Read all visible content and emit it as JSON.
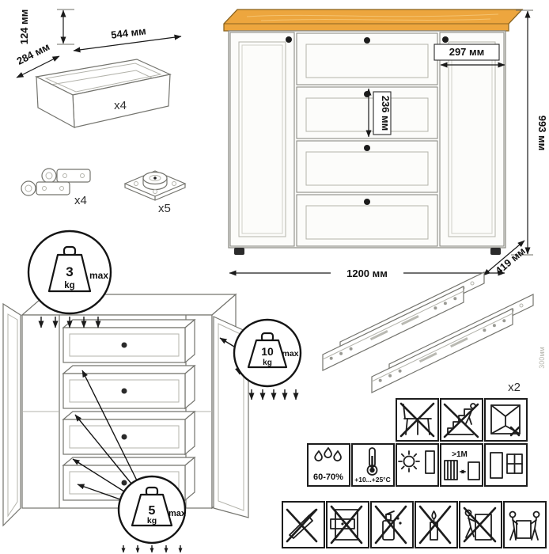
{
  "diagram": {
    "drawer_box": {
      "height": "124 мм",
      "width": "544 мм",
      "depth": "284 мм",
      "count": "x4"
    },
    "hardware": {
      "hinges_count": "x4",
      "feet_count": "x5",
      "slides_count": "x2",
      "slides_note": "300мм"
    },
    "dresser": {
      "width": "1200 мм",
      "height": "993 мм",
      "depth": "419 мм",
      "door_width": "297 мм",
      "drawer_height": "236 мм"
    },
    "load_limits": {
      "top": {
        "value": "3",
        "unit": "kg",
        "label": "max"
      },
      "doors": {
        "value": "10",
        "unit": "kg",
        "label": "max"
      },
      "drawers": {
        "value": "5",
        "unit": "kg",
        "label": "max"
      }
    },
    "care": {
      "humidity": "60-70%",
      "temperature": "+10...+25°C",
      "distance": ">1M"
    },
    "warning_icons": {
      "row1": [
        "no-sitting-icon",
        "no-climbing-icon",
        "keep-window-closed-icon"
      ],
      "row2": [
        "humidity-icon",
        "temperature-icon",
        "avoid-sunlight-icon",
        "heat-distance-icon",
        "ventilation-icon"
      ],
      "row3": [
        "no-sharp-tools-icon",
        "no-standing-on-drawers-icon",
        "no-aggressive-cleaners-icon",
        "no-open-flame-icon",
        "no-dragging-icon",
        "carry-with-two-people-icon"
      ]
    },
    "colors": {
      "wood": "#EDA63E",
      "outline": "#74746e",
      "dimension": "#1a1a1a"
    }
  }
}
